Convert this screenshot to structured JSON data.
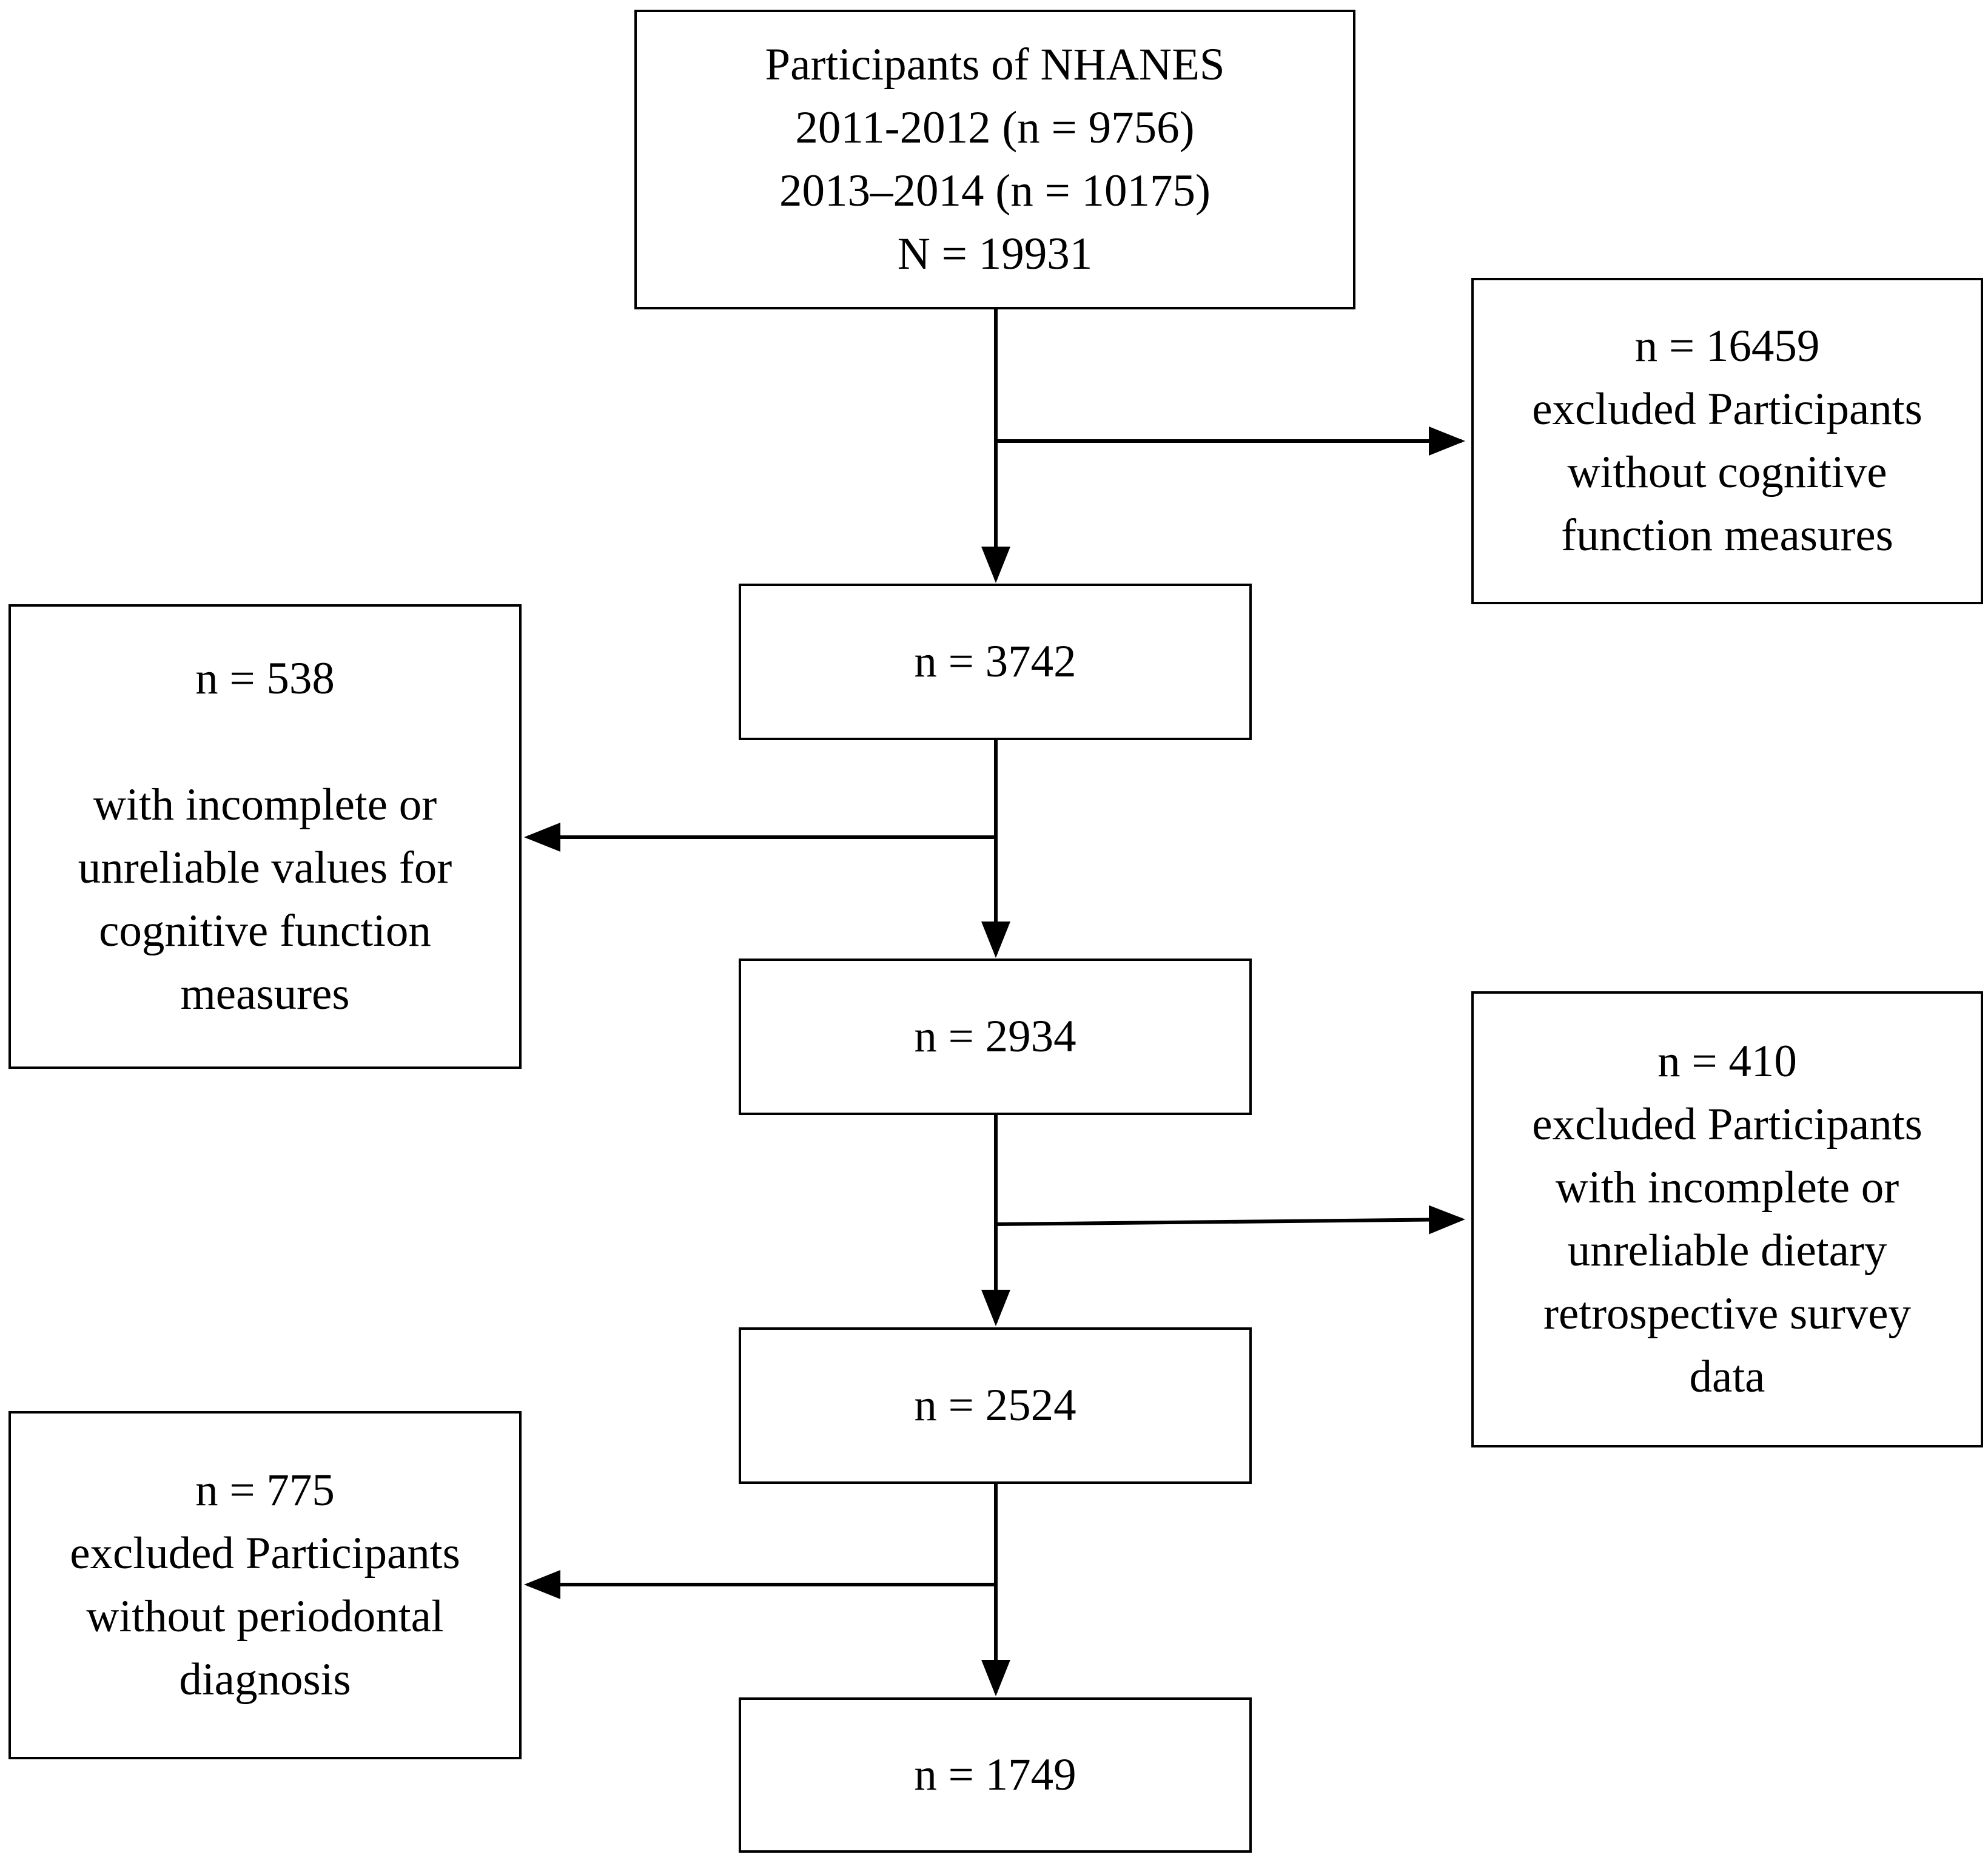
{
  "flowchart": {
    "start": {
      "lines": [
        "Participants of NHANES",
        "2011-2012 (n = 9756)",
        "2013–2014 (n = 10175)",
        "N = 19931"
      ]
    },
    "step1": {
      "text": "n = 3742"
    },
    "step2": {
      "text": "n = 2934"
    },
    "step3": {
      "text": "n = 2524"
    },
    "final": {
      "text": "n = 1749"
    },
    "exclusion1": {
      "lines": [
        "n = 16459",
        "excluded Participants",
        "without cognitive",
        "function measures"
      ]
    },
    "exclusion2": {
      "count": "n = 538",
      "lines": [
        "with incomplete or",
        "unreliable values for",
        "cognitive function",
        "measures"
      ]
    },
    "exclusion3": {
      "lines": [
        "n = 410",
        "excluded Participants",
        "with incomplete or",
        "unreliable dietary",
        "retrospective survey",
        "data"
      ]
    },
    "exclusion4": {
      "lines": [
        "n = 775",
        "excluded Participants",
        "without periodontal",
        "diagnosis"
      ]
    }
  }
}
